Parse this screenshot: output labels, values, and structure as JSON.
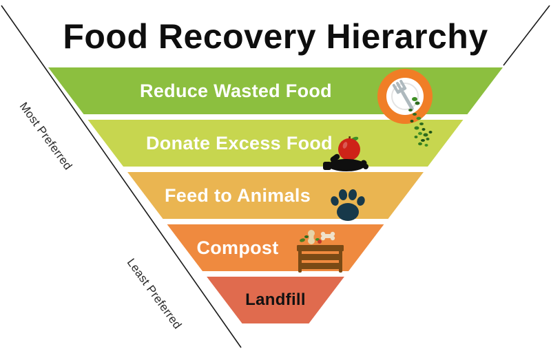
{
  "title": "Food Recovery Hierarchy",
  "side_labels": {
    "most": "Most Preferred",
    "least": "Least Preferred"
  },
  "tiers": [
    {
      "label": "Reduce Wasted Food",
      "color": "#8CBF3F",
      "text_color": "#FFFFFF",
      "icon": "plate-fork-scraps-icon"
    },
    {
      "label": "Donate Excess Food",
      "color": "#C7D64F",
      "text_color": "#FFFFFF",
      "icon": "hand-holding-apple-icon"
    },
    {
      "label": "Feed to Animals",
      "color": "#EAB551",
      "text_color": "#FFFFFF",
      "icon": "paw-print-icon"
    },
    {
      "label": "Compost",
      "color": "#EF8A3F",
      "text_color": "#FFFFFF",
      "icon": "compost-bin-icon"
    },
    {
      "label": "Landfill",
      "color": "#E06B4E",
      "text_color": "#111111",
      "icon": ""
    }
  ],
  "colors": {
    "outline": "#1A1A1A",
    "background": "#FFFFFF",
    "plate_circle": "#F07E26",
    "scrap_green": "#2E6B1E",
    "apple_red": "#CE2318",
    "paw_dark": "#17394A",
    "bin_brown": "#7A4A15"
  }
}
